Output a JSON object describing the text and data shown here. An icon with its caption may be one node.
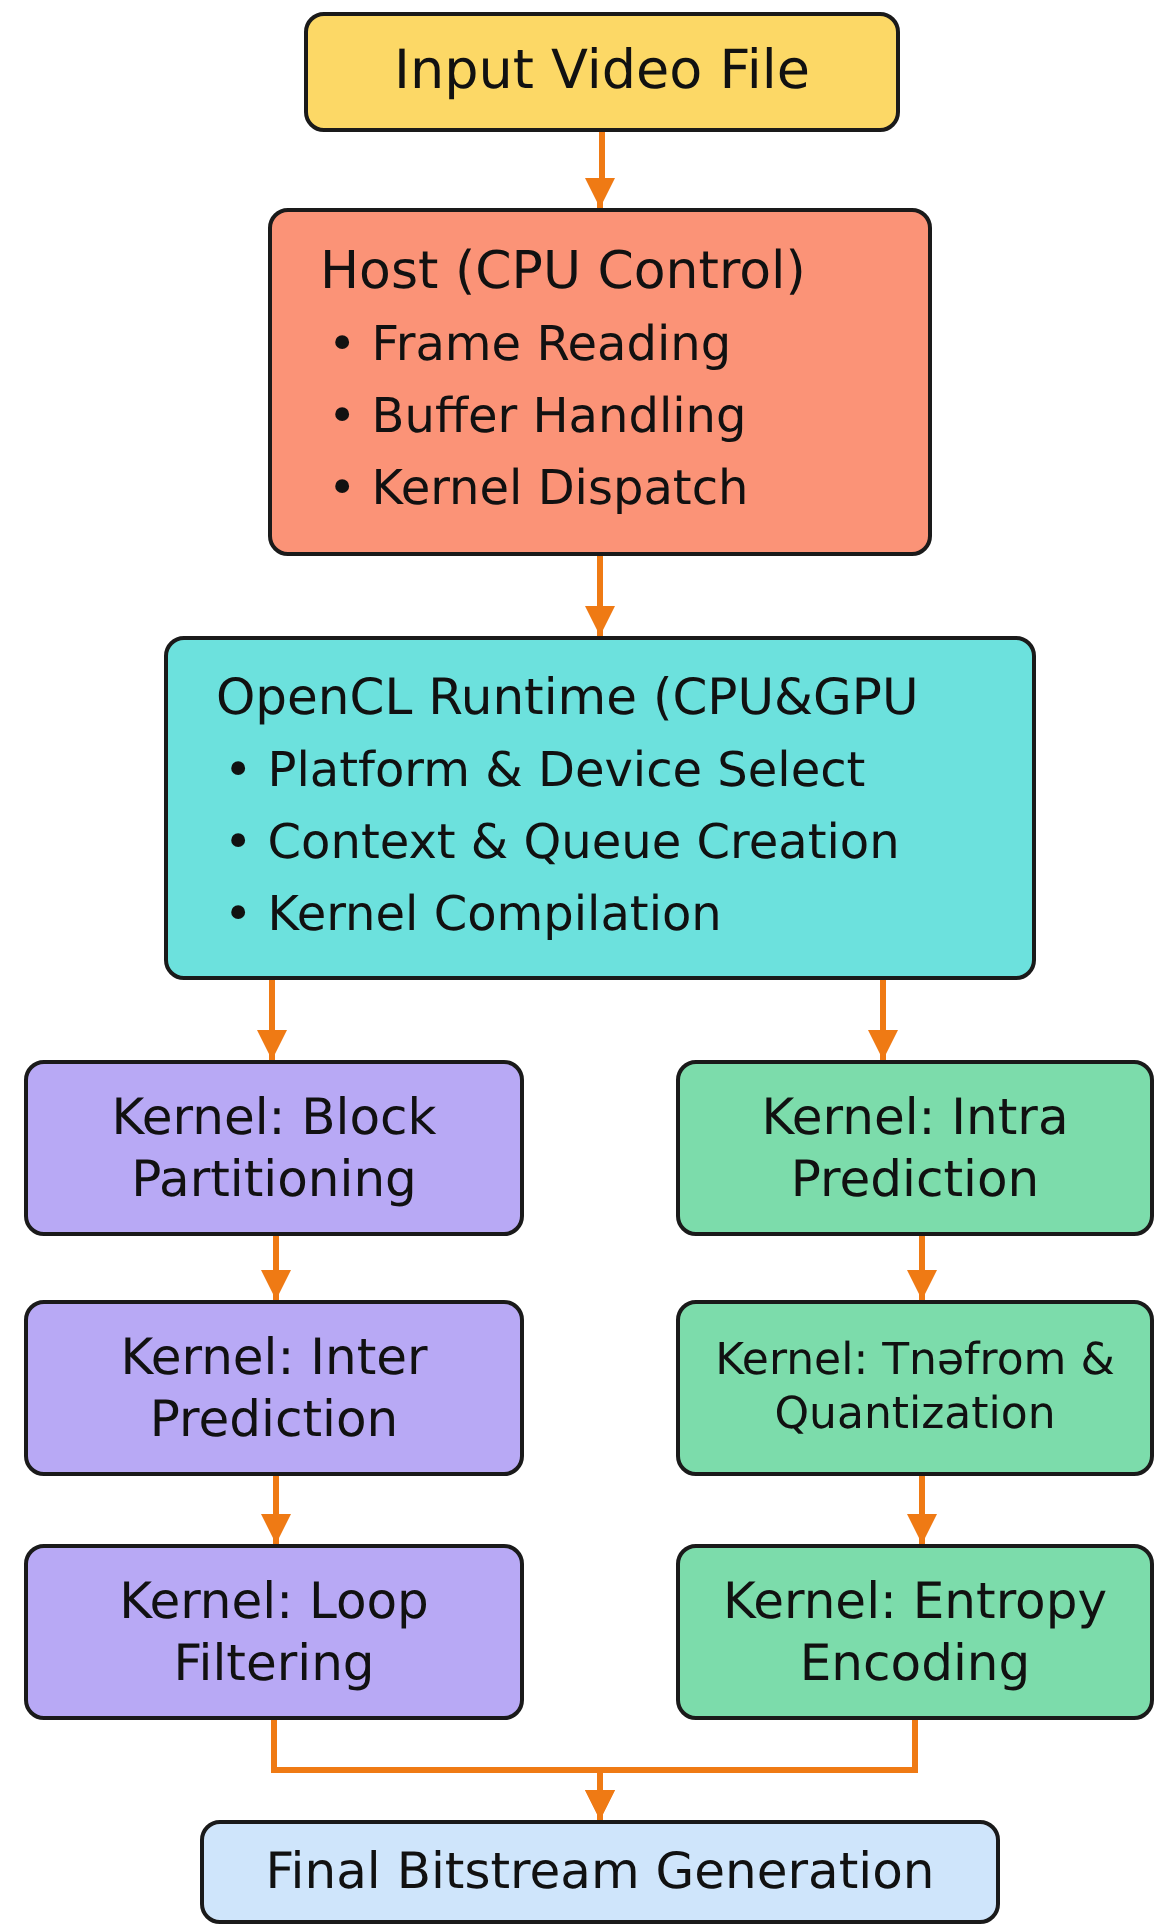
{
  "diagram": {
    "nodes": [
      {
        "text": [
          "Input Video File"
        ]
      },
      {
        "text": [
          "Host (CPU Control)",
          "• Frame Reading",
          "• Buffer Handling",
          "• Kernel Dispatch"
        ]
      },
      {
        "text": [
          "OpenCL Runtime (CPU&GPU",
          "• Platform & Device Select",
          "• Context & Queue Creation",
          "• Kernel Compilation"
        ]
      },
      {
        "text": [
          "Kernel: Block Partitioning"
        ]
      },
      {
        "text": [
          "Kernel: Intra Prediction"
        ]
      },
      {
        "text": [
          "Kernel: Inter Prediction"
        ]
      },
      {
        "text": [
          "Kernel: Tnəfrom & Quantization"
        ]
      },
      {
        "text": [
          "Kernel: Loop Filtering"
        ]
      },
      {
        "text": [
          "Kernel: Entropy Encoding"
        ]
      },
      {
        "text": [
          "Final Bitstream Generation"
        ]
      }
    ],
    "edges": [
      {
        "from": 0,
        "to": 1,
        "arrow": "to"
      },
      {
        "from": 1,
        "to": 2,
        "arrow": "to"
      },
      {
        "from": 2,
        "to": 3,
        "arrow": "to"
      },
      {
        "from": 2,
        "to": 4,
        "arrow": "to"
      },
      {
        "from": 3,
        "to": 5,
        "arrow": "to"
      },
      {
        "from": 5,
        "to": 7,
        "arrow": "to"
      },
      {
        "from": 4,
        "to": 6,
        "arrow": "to"
      },
      {
        "from": 6,
        "to": 8,
        "arrow": "to"
      },
      {
        "from": 7,
        "to": 9,
        "arrow": "to"
      },
      {
        "from": 8,
        "to": 9,
        "arrow": "to"
      }
    ]
  }
}
